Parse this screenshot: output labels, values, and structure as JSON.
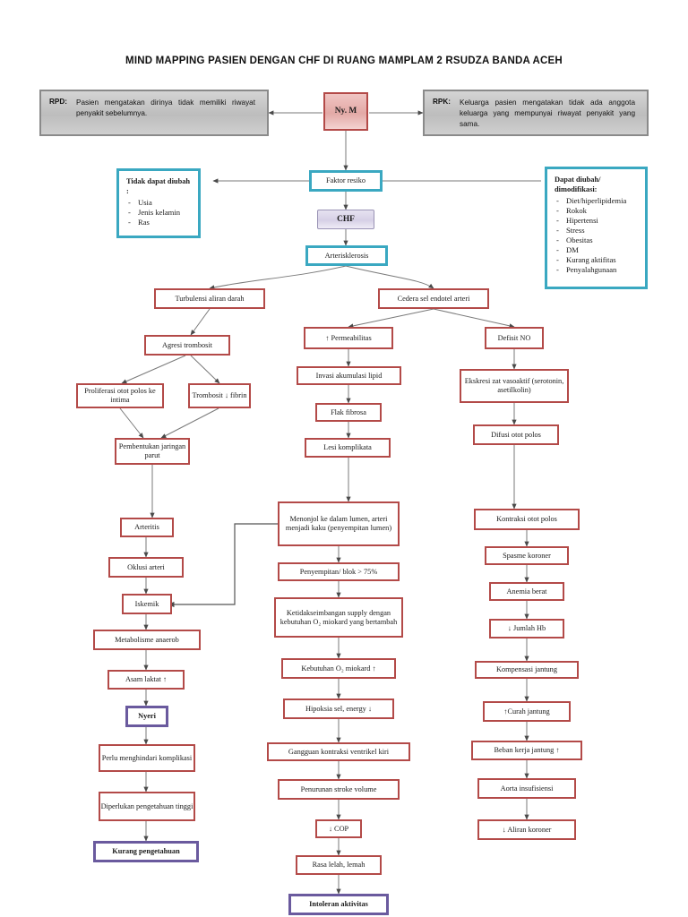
{
  "title": "MIND MAPPING PASIEN DENGAN CHF DI RUANG MAMPLAM 2 RSUDZA BANDA ACEH",
  "history": {
    "rpd": {
      "tag": "RPD:",
      "text": "Pasien mengatakan dirinya tidak memiliki riwayat penyakit sebelumnya."
    },
    "rpk": {
      "tag": "RPK:",
      "text": "Keluarga pasien mengatakan tidak ada anggota keluarga yang mempunyai riwayat penyakit yang sama."
    }
  },
  "center": {
    "patient": "Ny. M",
    "faktor_resiko": "Faktor resiko",
    "chf": "CHF",
    "arterisklerosis": "Arterisklerosis"
  },
  "risk_non_modifiable": {
    "heading": "Tidak dapat diubah :",
    "items": [
      "Usia",
      "Jenis kelamin",
      "Ras"
    ]
  },
  "risk_modifiable": {
    "heading": "Dapat diubah/ dimodifikasi:",
    "items": [
      "Diet/hiperlipidemia",
      "Rokok",
      "Hipertensi",
      "Stress",
      "Obesitas",
      "DM",
      "Kurang aktifitas",
      "Penyalahgunaan"
    ]
  },
  "branches": {
    "turbulensi": "Turbulensi aliran darah",
    "cedera": "Cedera sel endotel arteri"
  },
  "left_chain": {
    "agresi": "Agresi trombosit",
    "proliferasi": "Proliferasi otot polos ke intima",
    "trombosit": "Trombosit ↓ fibrin",
    "pembentukan": "Pembentukan jaringan parut",
    "arteritis": "Arteritis",
    "oklusi": "Oklusi arteri",
    "iskemik": "Iskemik",
    "metabolisme": "Metabolisme anaerob",
    "asam_laktat": "Asam laktat ↑",
    "nyeri": "Nyeri",
    "perlu": "Perlu menghindari komplikasi",
    "diperlukan": "Diperlukan pengetahuan tinggi",
    "kurang": "Kurang pengetahuan"
  },
  "mid_chain": {
    "permeabilitas": "↑ Permeabilitas",
    "invasi": "Invasi akumulasi lipid",
    "flak": "Flak fibrosa",
    "lesi": "Lesi komplikata",
    "menonjol": "Menonjol ke dalam lumen, arteri menjadi kaku (penyempitan lumen)",
    "penyempitan": "Penyempitan/ blok > 75%",
    "ketidakseimbangan": "Ketidakseimbangan supply dengan kebutuhan O₂ miokard yang bertambah",
    "kebutuhan": "Kebutuhan O₂ miokard ↑",
    "hipoksia": "Hipoksia sel, energy ↓",
    "gangguan": "Gangguan kontraksi ventrikel kiri",
    "penurunan": "Penurunan stroke volume",
    "cop": "↓ COP",
    "rasa_lelah": "Rasa lelah, lemah",
    "intoleran": "Intoleran aktivitas"
  },
  "right_chain": {
    "defisit_no": "Defisit NO",
    "ekskresi": "Ekskresi zat vasoaktif (serotonin, asetilkolin)",
    "difusi": "Difusi otot polos",
    "kontraksi": "Kontraksi otot polos",
    "spasme": "Spasme koroner",
    "anemia": "Anemia berat",
    "jumlah_hb": "↓ Jumlah Hb",
    "kompensasi": "Kompensasi jantung",
    "curah": "↑Curah jantung",
    "beban": "Beban kerja jantung ↑",
    "aorta": "Aorta insufisiensi",
    "aliran": "↓ Aliran koroner"
  },
  "colors": {
    "red_border": "#b34a48",
    "teal_border": "#3aa8c1",
    "purple_border": "#6a5a9e",
    "gray_fill": "#c6c6c6",
    "pink_fill": "#e3a9a6",
    "lavender_fill": "#d6d0e6"
  }
}
